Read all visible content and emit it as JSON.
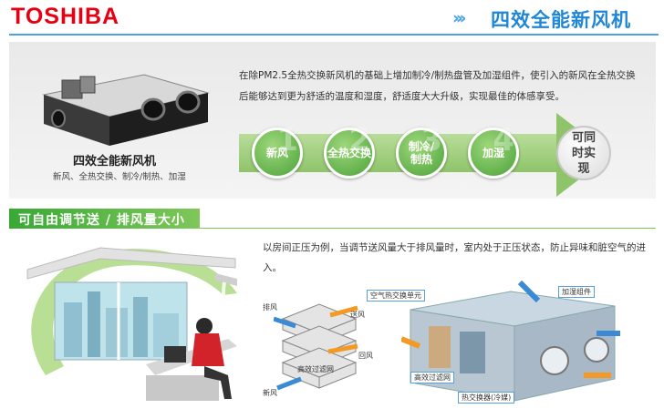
{
  "header": {
    "brand": "TOSHIBA",
    "title": "四效全能新风机",
    "chevrons": "›››"
  },
  "intro": {
    "desc": "在除PM2.5全热交换新风机的基础上增加制冷/制热盘管及加湿组件，使引入的新风在全热交换后能够达到更为舒适的温度和湿度，舒适度大大升级，实现最佳的体感享受。"
  },
  "product": {
    "name": "四效全能新风机",
    "features": "新风、全热交换、制冷/制热、加湿"
  },
  "steps": [
    {
      "label": "新风",
      "num": "1"
    },
    {
      "label": "全热交换",
      "num": "2"
    },
    {
      "label": "制冷/制热",
      "num": "3"
    },
    {
      "label": "加湿",
      "num": "4"
    }
  ],
  "result": "可同时实现",
  "section": {
    "title": "可自由调节送 / 排风量大小",
    "desc": "以房间正压为例，当调节送风量大于排风量时，室内处于正压状态，防止异味和脏空气的进入。"
  },
  "diagram": {
    "exhaust": "排风",
    "supply": "送风",
    "return": "回风",
    "fresh": "新风",
    "filter": "高效过滤网",
    "core_label": "空气热交换单元",
    "humid": "加湿组件",
    "filter2": "高效过滤网",
    "coil": "热交换器(冷媒)"
  },
  "colors": {
    "brand": "#e60012",
    "accent": "#1f87d6",
    "green": "#39a935"
  }
}
